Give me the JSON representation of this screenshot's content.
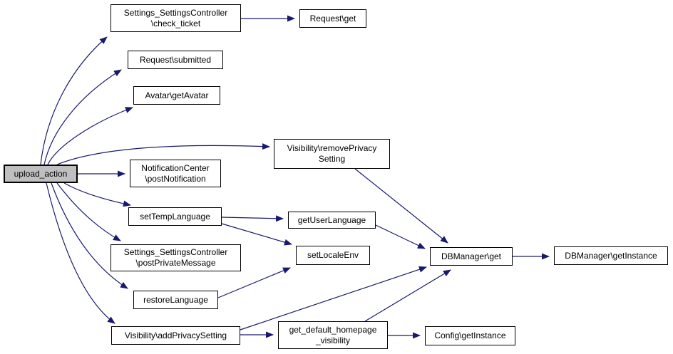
{
  "diagram": {
    "type": "call-graph",
    "background_color": "#ffffff",
    "edge_color": "#191970",
    "node_border_color": "#000000",
    "node_fill_color": "#ffffff",
    "highlighted_node_fill_color": "#bfbfbf",
    "root_node": "upload_action",
    "nodes": [
      {
        "id": "upload_action",
        "label_lines": [
          "upload_action"
        ],
        "highlighted": true
      },
      {
        "id": "check_ticket",
        "label_lines": [
          "Settings_SettingsController",
          "\\check_ticket"
        ],
        "highlighted": false
      },
      {
        "id": "request_get",
        "label_lines": [
          "Request\\get"
        ],
        "highlighted": false
      },
      {
        "id": "request_submitted",
        "label_lines": [
          "Request\\submitted"
        ],
        "highlighted": false
      },
      {
        "id": "avatar_getavatar",
        "label_lines": [
          "Avatar\\getAvatar"
        ],
        "highlighted": false
      },
      {
        "id": "remove_privacy",
        "label_lines": [
          "Visibility\\removePrivacy",
          "Setting"
        ],
        "highlighted": false
      },
      {
        "id": "post_notification",
        "label_lines": [
          "NotificationCenter",
          "\\postNotification"
        ],
        "highlighted": false
      },
      {
        "id": "set_temp_language",
        "label_lines": [
          "setTempLanguage"
        ],
        "highlighted": false
      },
      {
        "id": "get_user_language",
        "label_lines": [
          "getUserLanguage"
        ],
        "highlighted": false
      },
      {
        "id": "post_private_message",
        "label_lines": [
          "Settings_SettingsController",
          "\\postPrivateMessage"
        ],
        "highlighted": false
      },
      {
        "id": "set_locale_env",
        "label_lines": [
          "setLocaleEnv"
        ],
        "highlighted": false
      },
      {
        "id": "dbmanager_get",
        "label_lines": [
          "DBManager\\get"
        ],
        "highlighted": false
      },
      {
        "id": "dbmanager_getinstance",
        "label_lines": [
          "DBManager\\getInstance"
        ],
        "highlighted": false
      },
      {
        "id": "restore_language",
        "label_lines": [
          "restoreLanguage"
        ],
        "highlighted": false
      },
      {
        "id": "add_privacy",
        "label_lines": [
          "Visibility\\addPrivacySetting"
        ],
        "highlighted": false
      },
      {
        "id": "get_default_homepage",
        "label_lines": [
          "get_default_homepage",
          "_visibility"
        ],
        "highlighted": false
      },
      {
        "id": "config_getinstance",
        "label_lines": [
          "Config\\getInstance"
        ],
        "highlighted": false
      }
    ],
    "edges": [
      {
        "from": "upload_action",
        "to": "check_ticket"
      },
      {
        "from": "upload_action",
        "to": "request_submitted"
      },
      {
        "from": "upload_action",
        "to": "avatar_getavatar"
      },
      {
        "from": "upload_action",
        "to": "remove_privacy"
      },
      {
        "from": "upload_action",
        "to": "post_notification"
      },
      {
        "from": "upload_action",
        "to": "set_temp_language"
      },
      {
        "from": "upload_action",
        "to": "post_private_message"
      },
      {
        "from": "upload_action",
        "to": "restore_language"
      },
      {
        "from": "upload_action",
        "to": "add_privacy"
      },
      {
        "from": "check_ticket",
        "to": "request_get"
      },
      {
        "from": "set_temp_language",
        "to": "get_user_language"
      },
      {
        "from": "set_temp_language",
        "to": "set_locale_env"
      },
      {
        "from": "get_user_language",
        "to": "dbmanager_get"
      },
      {
        "from": "remove_privacy",
        "to": "dbmanager_get"
      },
      {
        "from": "restore_language",
        "to": "set_locale_env"
      },
      {
        "from": "add_privacy",
        "to": "get_default_homepage"
      },
      {
        "from": "add_privacy",
        "to": "dbmanager_get"
      },
      {
        "from": "get_default_homepage",
        "to": "dbmanager_get"
      },
      {
        "from": "get_default_homepage",
        "to": "config_getinstance"
      },
      {
        "from": "dbmanager_get",
        "to": "dbmanager_getinstance"
      }
    ]
  }
}
